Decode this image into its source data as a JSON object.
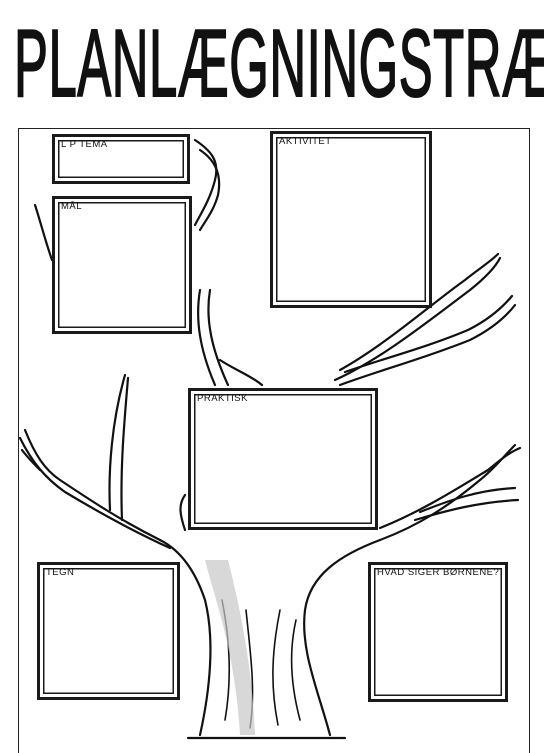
{
  "title": "PLANLÆGNINGSTRÆ",
  "boxes": {
    "lp_tema": "L P TEMA",
    "mal": "MÅL",
    "aktivitet": "AKTIVITET",
    "praktisk": "PRAKTISK",
    "tegn": "TEGN",
    "hvad_siger": "HVAD SIGER BØRNENE?"
  },
  "colors": {
    "ink": "#111111",
    "paper": "#ffffff",
    "trunk_shade": "#bdbdbd"
  }
}
